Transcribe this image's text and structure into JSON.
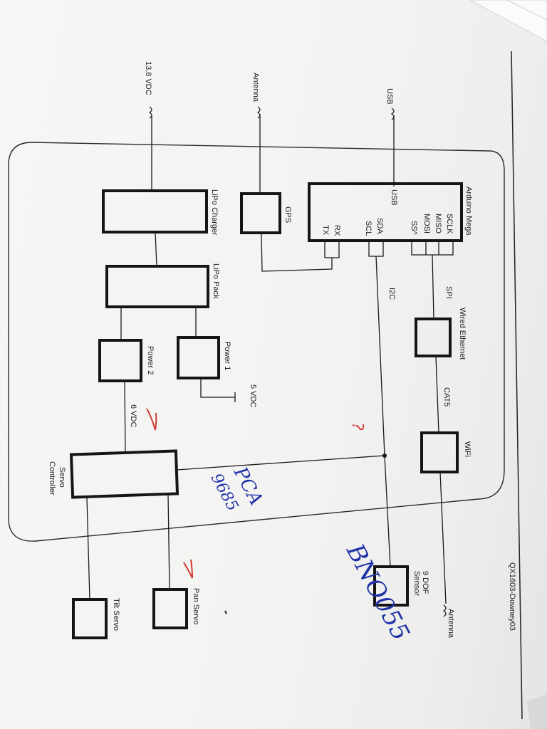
{
  "document": {
    "id": "QX1603-Downey03"
  },
  "inputs": {
    "usb": "USB",
    "antenna": "Antenna",
    "power_in": "13.8 VDC",
    "wifi_antenna": "Antenna"
  },
  "blocks": {
    "arduino": {
      "title": "Arduino Mega",
      "pins": {
        "sclk": "SCLK",
        "miso": "MISO",
        "mosi": "MOSI",
        "ss": "SS^",
        "sda": "SDA",
        "scl": "SCL",
        "rx": "RX",
        "tx": "TX",
        "usb": "USB"
      }
    },
    "gps": "GPS",
    "lipo_charger": "LiPo Charger",
    "lipo_pack": "LiPo Pack",
    "power1": "Power 1",
    "power2": "Power 2",
    "wired_ethernet": "Wired Ethernet",
    "wifi": "WiFi",
    "servo_controller": "Servo\nController",
    "dof_sensor": "9 DOF\nSensor",
    "pan_servo": "Pan Servo",
    "tilt_servo": "Tilt Servo"
  },
  "connections": {
    "spi": "SPI",
    "i2c": "I2C",
    "cat5": "CAT5",
    "v5": "5 VDC",
    "v6": "6 VDC"
  },
  "annotations": {
    "pca": "PCA",
    "pca_num": "9685",
    "bno": "BNO055",
    "question": "?"
  },
  "colors": {
    "ink": "#151515",
    "blue_pen": "#2233a8",
    "red_pen": "#d03a32"
  }
}
